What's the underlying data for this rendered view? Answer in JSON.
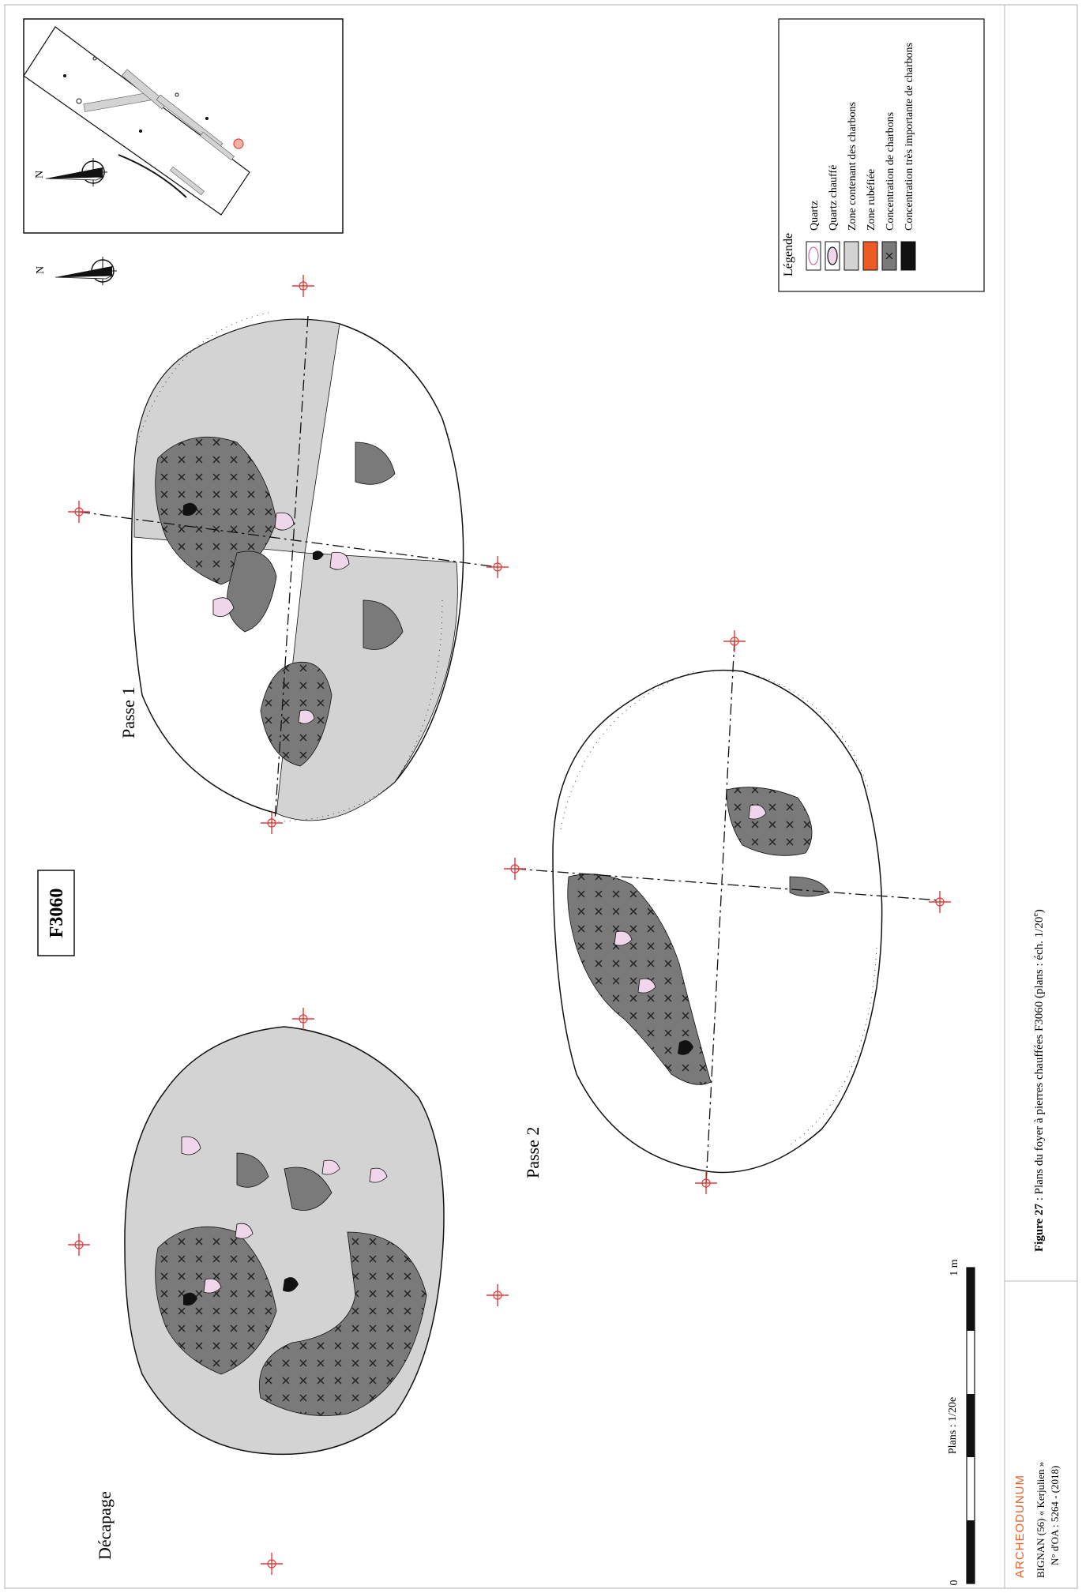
{
  "feature_label": "F3060",
  "views": {
    "decapage": "Décapage",
    "passe1": "Passe 1",
    "passe2": "Passe 2"
  },
  "legend": {
    "title": "Légende",
    "items": [
      {
        "label": "Quartz",
        "fill": "#ffffff",
        "stroke": "#c96aa8"
      },
      {
        "label": "Quartz chauffé",
        "fill": "#f0d6ea",
        "stroke": "#111111"
      },
      {
        "label": "Zone contenant des charbons",
        "fill": "#d3d3d3",
        "stroke": "#111111"
      },
      {
        "label": "Zone rubéfiée",
        "fill": "#ee5a24",
        "stroke": "#111111"
      },
      {
        "label": "Concentration de charbons",
        "fill": "#7a7a7a",
        "stroke": "#111111"
      },
      {
        "label": "Concentration très importante de charbons",
        "fill": "#111111",
        "stroke": "#111111"
      }
    ]
  },
  "north_label": "N",
  "scale": {
    "caption": "Plans : 1/20e",
    "start": "0",
    "end": "1 m"
  },
  "caption": {
    "bold": "Figure 27",
    "text": " : Plans du foyer à pierres chauffées F3060 (plans : éch. 1/20",
    "superscript": "e",
    "tail": ")"
  },
  "footer": {
    "logo": "ARCHEODUNUM",
    "site": "BIGNAN (56) « Kerjulien »",
    "operation": "N° d'OA : 5264 - (2018)"
  },
  "colors": {
    "light_zone": "#d3d3d3",
    "dark_zone": "#7a7a7a",
    "charcoal": "#111111",
    "heated_quartz": "#f0d6ea",
    "datum": "#e23a3a",
    "logo": "#e8622a",
    "frame": "#bbbbbb"
  }
}
